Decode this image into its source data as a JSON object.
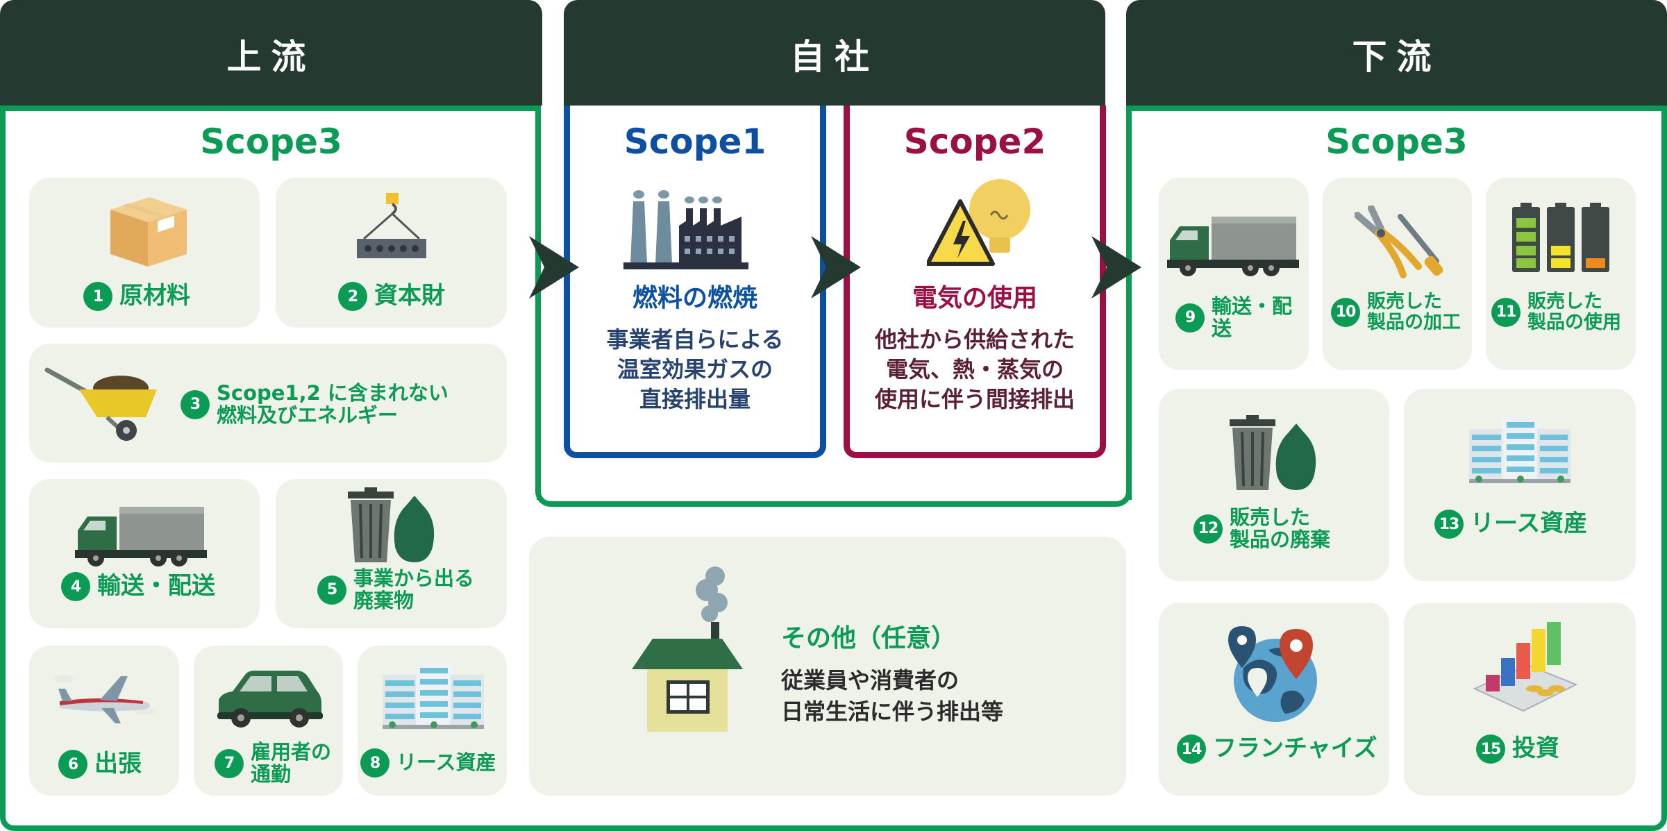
{
  "headers": {
    "upstream": "上流",
    "company": "自社",
    "downstream": "下流"
  },
  "scopes": {
    "upstream": "Scope3",
    "scope1": "Scope1",
    "scope2": "Scope2",
    "downstream": "Scope3"
  },
  "scope1": {
    "title": "燃料の燃焼",
    "desc": "事業者自らによる\n温室効果ガスの\n直接排出量"
  },
  "scope2": {
    "title": "電気の使用",
    "desc": "他社から供給された\n電気、熱・蒸気の\n使用に伴う間接排出"
  },
  "other": {
    "title": "その他（任意）",
    "desc": "従業員や消費者の\n日常生活に伴う排出等"
  },
  "categories": [
    {
      "num": "1",
      "label": "原材料"
    },
    {
      "num": "2",
      "label": "資本財"
    },
    {
      "num": "3",
      "label": "Scope1,2 に含まれない\n燃料及びエネルギー"
    },
    {
      "num": "4",
      "label": "輸送・配送"
    },
    {
      "num": "5",
      "label": "事業から出る\n廃棄物"
    },
    {
      "num": "6",
      "label": "出張"
    },
    {
      "num": "7",
      "label": "雇用者の\n通勤"
    },
    {
      "num": "8",
      "label": "リース資産"
    },
    {
      "num": "9",
      "label": "輸送・配送"
    },
    {
      "num": "10",
      "label": "販売した\n製品の加工"
    },
    {
      "num": "11",
      "label": "販売した\n製品の使用"
    },
    {
      "num": "12",
      "label": "販売した\n製品の廃棄"
    },
    {
      "num": "13",
      "label": "リース資産"
    },
    {
      "num": "14",
      "label": "フランチャイズ"
    },
    {
      "num": "15",
      "label": "投資"
    }
  ],
  "colors": {
    "header": "#243a30",
    "green": "#0c9b55",
    "scope1": "#0d4fa0",
    "scope2": "#9c0f45",
    "card": "#eef2e8"
  },
  "icons": [
    "box-icon",
    "steel-beam-icon",
    "wheelbarrow-icon",
    "truck-icon",
    "trash-bag-icon",
    "airplane-icon",
    "car-icon",
    "building-icon",
    "factory-icon",
    "lightbulb-warning-icon",
    "pliers-icon",
    "battery-icon",
    "globe-pin-icon",
    "investment-chart-icon",
    "house-icon"
  ]
}
